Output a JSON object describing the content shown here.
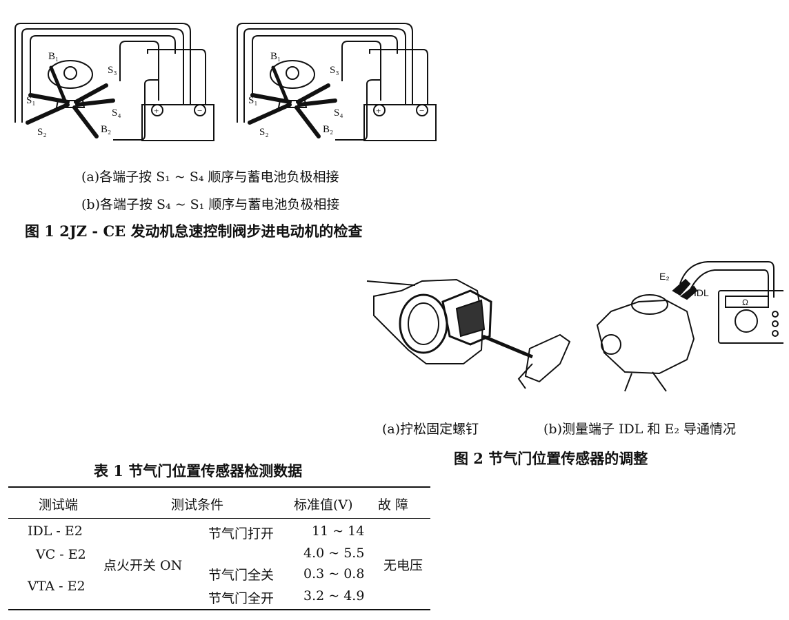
{
  "figure1": {
    "diagram_a_labels": {
      "b1": "B₁",
      "s1": "S₁",
      "s2": "S₂",
      "s3": "S₃",
      "s4": "S₄",
      "b2": "B₂",
      "plus": "+",
      "minus": "−"
    },
    "diagram_b_labels": {
      "b1": "B₁",
      "s1": "S₁",
      "s2": "S₂",
      "s3": "S₃",
      "s4": "S₄",
      "b2": "B₂",
      "plus": "+",
      "minus": "−"
    },
    "caption_a": "(a)各端子按 S₁ ~ S₄ 顺序与蓄电池负极相接",
    "caption_b": "(b)各端子按 S₄ ~ S₁ 顺序与蓄电池负极相接",
    "title": "图 1  2JZ - CE 发动机怠速控制阀步进电动机的检查"
  },
  "figure2": {
    "label_e2": "E₂",
    "label_idl": "IDL",
    "meter_symbol": "Ω",
    "caption_a": "(a)拧松固定螺钉",
    "caption_b": "(b)测量端子 IDL 和 E₂ 导通情况",
    "title": "图 2   节气门位置传感器的调整"
  },
  "table1": {
    "title": "表 1   节气门位置传感器检测数据",
    "headers": [
      "测试端",
      "测试条件",
      "标准值(V)",
      "故   障"
    ],
    "terminals": [
      "IDL - E2",
      "VC - E2",
      "VTA - E2"
    ],
    "condition_main": "点火开关 ON",
    "sub_conditions": [
      "节气门打开",
      "节气门全关",
      "节气门全开"
    ],
    "values": [
      "11 ~ 14",
      "4.0 ~ 5.5",
      "0.3 ~ 0.8",
      "3.2 ~ 4.9"
    ],
    "fault": "无电压"
  }
}
